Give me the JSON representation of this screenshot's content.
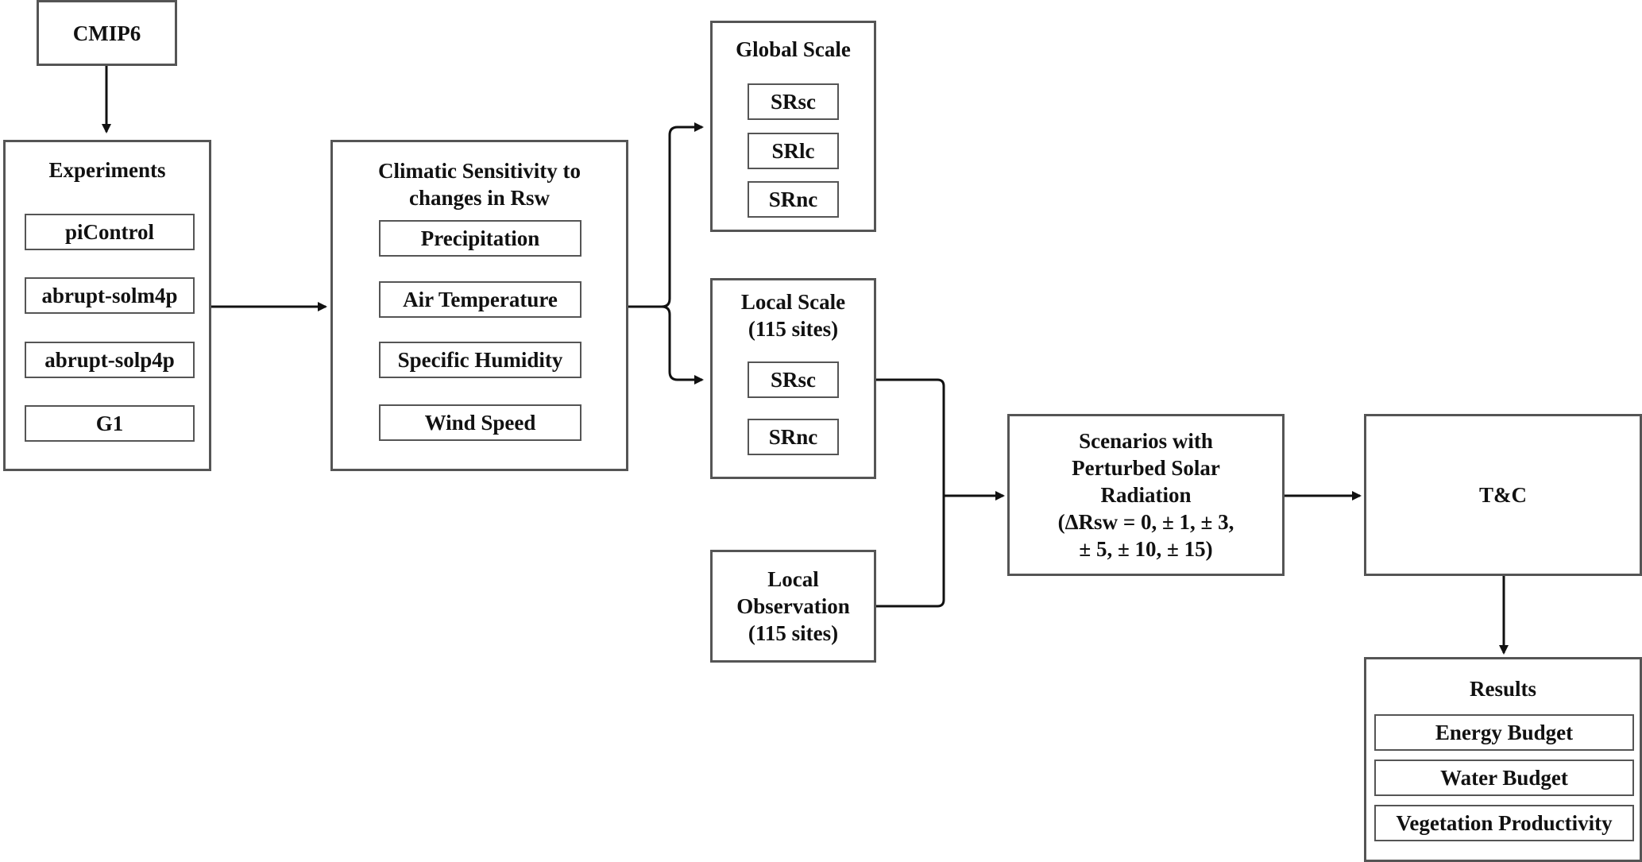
{
  "colors": {
    "stroke": "#555555",
    "arrow": "#111111",
    "text": "#111111",
    "background": "#ffffff"
  },
  "nodes": {
    "cmip6": {
      "label": "CMIP6"
    },
    "experiments": {
      "title": "Experiments",
      "items": [
        "piControl",
        "abrupt-solm4p",
        "abrupt-solp4p",
        "G1"
      ]
    },
    "sensitivity": {
      "title": "Climatic Sensitivity to\nchanges in Rsw",
      "items": [
        "Precipitation",
        "Air Temperature",
        "Specific Humidity",
        "Wind Speed"
      ]
    },
    "global_scale": {
      "title": "Global Scale",
      "items": [
        "SRsc",
        "SRlc",
        "SRnc"
      ]
    },
    "local_scale": {
      "title": "Local Scale\n(115 sites)",
      "items": [
        "SRsc",
        "SRnc"
      ]
    },
    "local_observation": {
      "label": "Local\nObservation\n(115 sites)"
    },
    "scenarios": {
      "label": "Scenarios with\nPerturbed Solar\nRadiation\n(ΔRsw = 0, ± 1, ± 3,\n± 5, ± 10, ± 15)"
    },
    "tc": {
      "label": "T&C"
    },
    "results": {
      "title": "Results",
      "items": [
        "Energy Budget",
        "Water Budget",
        "Vegetation Productivity"
      ]
    }
  }
}
